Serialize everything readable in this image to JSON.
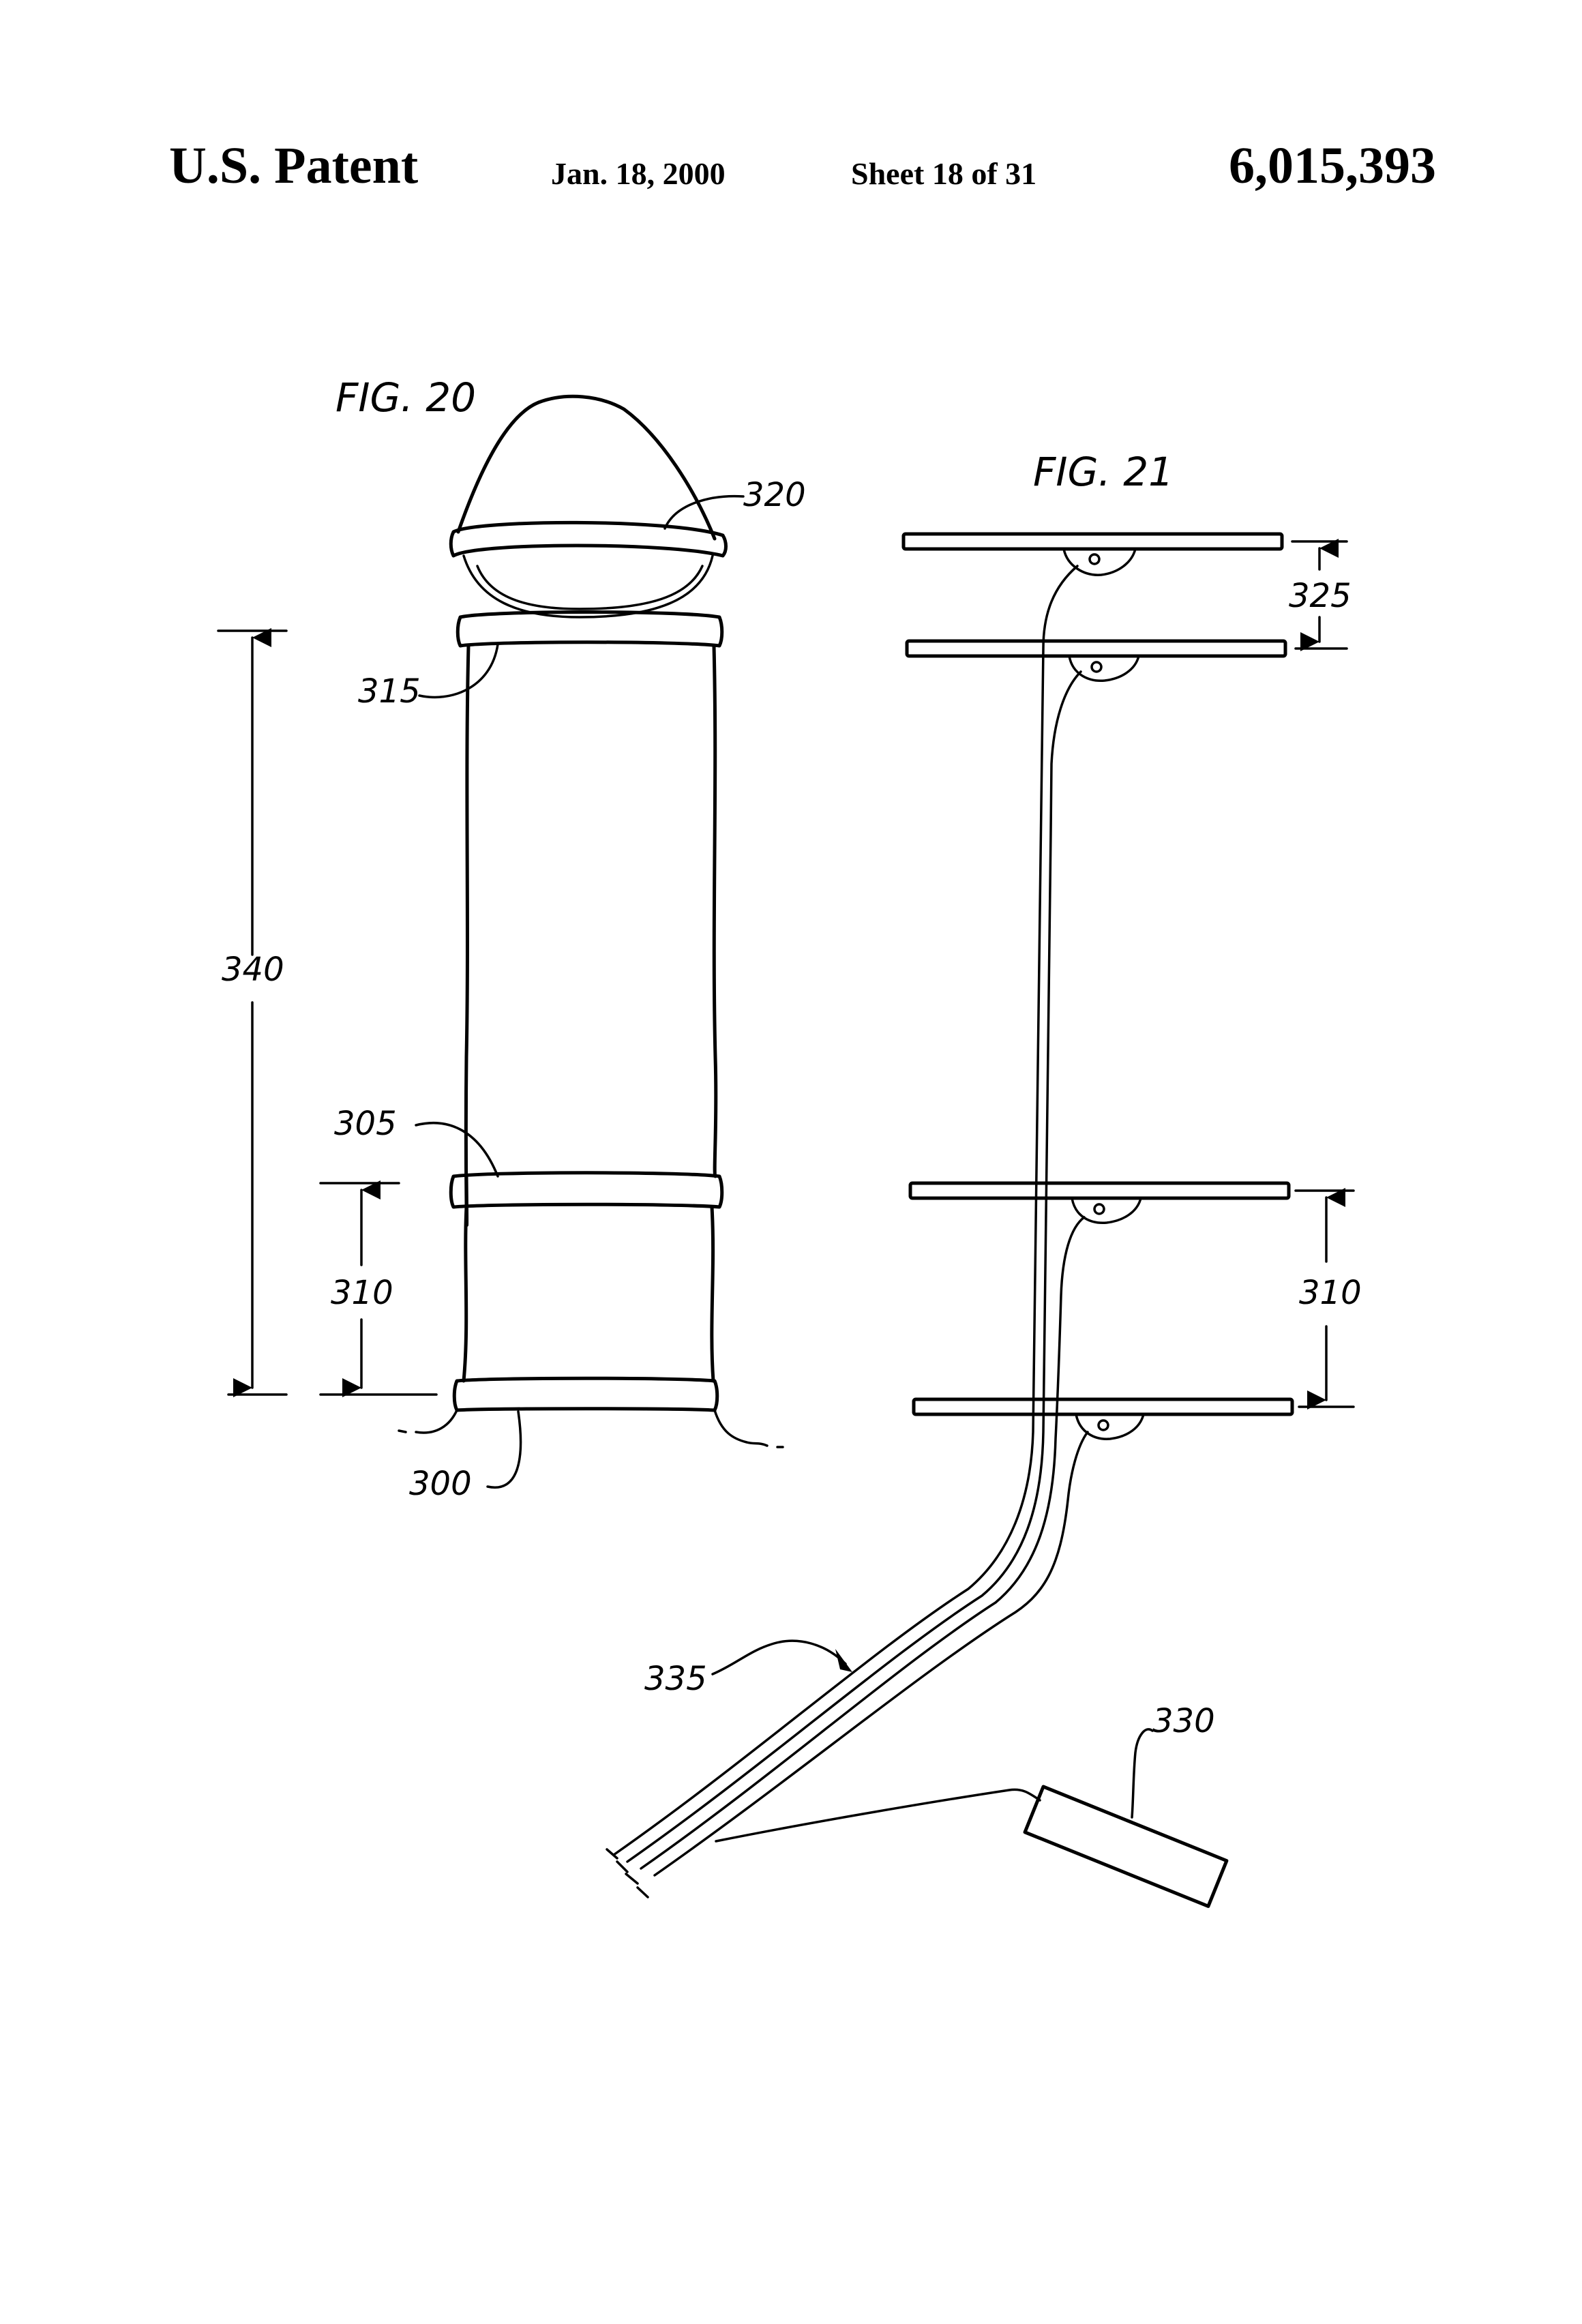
{
  "header": {
    "left_title": "U.S. Patent",
    "date": "Jan. 18, 2000",
    "sheet": "Sheet 18 of 31",
    "patent_number": "6,015,393"
  },
  "figures": {
    "fig20": {
      "title": "FIG. 20",
      "labels": {
        "l320": "320",
        "l315": "315",
        "l340": "340",
        "l305": "305",
        "l310": "310",
        "l300": "300"
      }
    },
    "fig21": {
      "title": "FIG. 21",
      "labels": {
        "l325": "325",
        "l310": "310",
        "l335": "335",
        "l330": "330"
      }
    }
  }
}
